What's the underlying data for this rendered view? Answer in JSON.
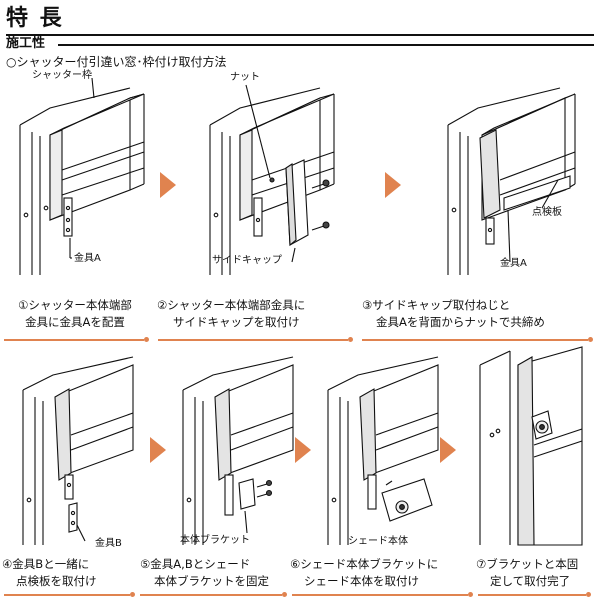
{
  "heading": "特 長",
  "section_title": "施工性",
  "method_title": "○シャッター付引違い窓･枠付け取付方法",
  "callouts": {
    "shutter_frame": "シャッター枠",
    "nut": "ナット",
    "fitting_a_1": "金具A",
    "side_cap": "サイドキャップ",
    "fitting_a_3": "金具A",
    "inspection_plate": "点検板",
    "fitting_b": "金具B",
    "body_bracket": "本体ブラケット",
    "shade_body": "シェード本体"
  },
  "steps": [
    {
      "line1": "①シャッター本体端部",
      "line2": "金具に金具Aを配置"
    },
    {
      "line1": "②シャッター本体端部金具に",
      "line2": "サイドキャップを取付け"
    },
    {
      "line1": "③サイドキャップ取付ねじと",
      "line2": "金具Aを背面からナットで共締め"
    },
    {
      "line1": "④金具Bと一緒に",
      "line2": "点検板を取付け"
    },
    {
      "line1": "⑤金具A,Bとシェード",
      "line2": "本体ブラケットを固定"
    },
    {
      "line1": "⑥シェード本体ブラケットに",
      "line2": "シェード本体を取付け"
    },
    {
      "line1": "⑦ブラケットと本固",
      "line2": "定して取付完了"
    }
  ],
  "colors": {
    "accent": "#e0834f",
    "line": "#111111"
  }
}
